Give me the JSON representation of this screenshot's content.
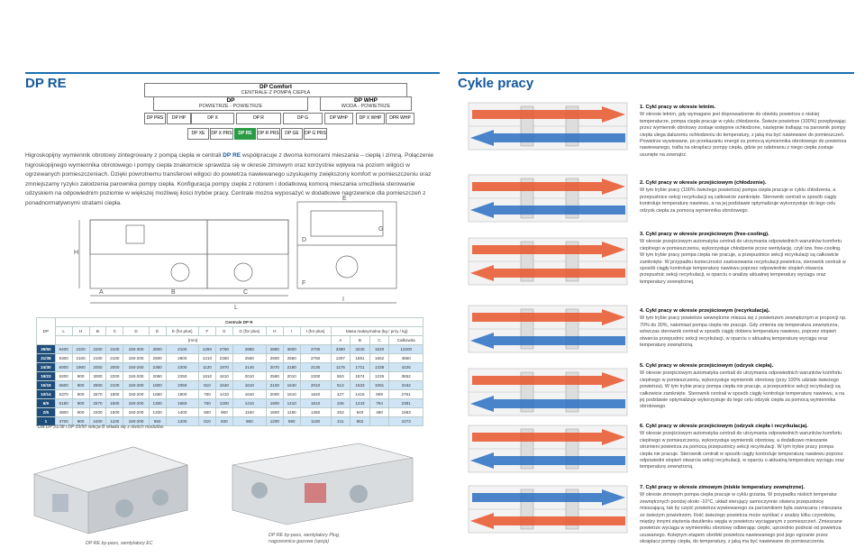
{
  "left": {
    "title": "DP RE",
    "hierarchy": {
      "comfort_title": "DP Comfort",
      "comfort_sub": "CENTRALE Z POMPĄ CIEPŁA",
      "dp_title": "DP",
      "dp_sub": "POWIETRZE - POWIETRZE",
      "whp_title": "DP WHP",
      "whp_sub": "WODA - POWIETRZE",
      "row1": [
        "DP PRS",
        "DP HP",
        "DP X",
        "DP R",
        "DP G",
        "DP WHP",
        "DP X WHP",
        "DPR WHP"
      ],
      "row2": [
        "DP XE",
        "DP X PRS",
        "DP RE",
        "DP R PRS",
        "DP GE",
        "DP G PRS"
      ]
    },
    "intro_prefix": "Higroskopijny wymiennik obrotowy zintegrowany z pompą ciepła w centrali ",
    "intro_bold": "DP RE",
    "intro_rest": " współpracuje z dwoma komorami mieszania – ciepłą i zimną. Połączenie higroskopijnego wymiennika obrotowego i pompy ciepła znakomicie sprawdza się w okresie zimowym oraz korzystnie wpływa na poziom wilgoci w ogrzewanych pomieszczeniach. Dzięki powrotnemu transferowi wilgoci do powietrza nawiewanego uzyskujemy zwiększony komfort w pomieszczeniu oraz zmniejszamy ryzyko zalodzenia parownika pompy ciepła. Konfiguracja pompy ciepła z rotorem i dodatkową komorą mieszania umożliwia sterowanie odzyskiem na odpowiednim poziomie w większej możliwej ilości trybów pracy. Centrale można wyposażyć w dodatkowe nagrzewnice dla pomieszczeń z ponadnormatywnymi stratami ciepła.",
    "drawing_labels": [
      "A",
      "B",
      "C",
      "D",
      "E",
      "F",
      "G",
      "H",
      "I",
      "L"
    ],
    "table": {
      "title": "Centrale DP R",
      "col0": "DP",
      "headers": [
        "L",
        "H",
        "B",
        "C",
        "D",
        "E",
        "E (for plus)",
        "F",
        "G",
        "G (for plus)",
        "H",
        "I",
        "I (for plus)"
      ],
      "mass_header": "Masa maksymalna (kg / przy / kg)",
      "unit": "[mm]",
      "mass_cols": [
        "A",
        "B",
        "C",
        "Całkowita"
      ],
      "rows": [
        {
          "name": "39/50",
          "v": [
            "6400",
            "2100",
            "2200",
            "2100",
            "150-300",
            "3600",
            "2100",
            "1260",
            "2760",
            "2880",
            "2880",
            "3600",
            "2700",
            "3380",
            "3240",
            "1620",
            "12200"
          ]
        },
        {
          "name": "31/38",
          "v": [
            "6300",
            "2100",
            "2100",
            "2100",
            "150-200",
            "2600",
            "2800",
            "1210",
            "2360",
            "2560",
            "2900",
            "2560",
            "2760",
            "1307",
            "1881",
            "1662",
            "4850"
          ]
        },
        {
          "name": "24/30",
          "v": [
            "6000",
            "1900",
            "2000",
            "2000",
            "150-250",
            "2350",
            "2200",
            "1120",
            "1970",
            "2140",
            "2070",
            "2180",
            "2130",
            "1175",
            "1711",
            "1338",
            "4225"
          ]
        },
        {
          "name": "19/23",
          "v": [
            "6200",
            "900",
            "3000",
            "2200",
            "150-200",
            "2050",
            "2250",
            "1810",
            "1810",
            "2010",
            "2580",
            "2010",
            "2200",
            "553",
            "1874",
            "1225",
            "3652"
          ]
        },
        {
          "name": "15/18",
          "v": [
            "5600",
            "900",
            "2800",
            "2100",
            "150-200",
            "1800",
            "2050",
            "810",
            "1640",
            "1810",
            "2100",
            "1640",
            "2010",
            "513",
            "1633",
            "1081",
            "3162"
          ]
        },
        {
          "name": "10/14",
          "v": [
            "5370",
            "900",
            "2670",
            "1800",
            "150-200",
            "1650",
            "1800",
            "760",
            "1410",
            "1640",
            "2000",
            "1610",
            "1840",
            "427",
            "1415",
            "909",
            "2751"
          ]
        },
        {
          "name": "6/9",
          "v": [
            "5190",
            "900",
            "2670",
            "1500",
            "150-200",
            "1300",
            "1660",
            "760",
            "1300",
            "1410",
            "1900",
            "1410",
            "1610",
            "345",
            "1243",
            "794",
            "2381"
          ]
        },
        {
          "name": "2/5",
          "v": [
            "4800",
            "900",
            "2400",
            "1500",
            "150-200",
            "1200",
            "1400",
            "560",
            "960",
            "1160",
            "1600",
            "1160",
            "1360",
            "263",
            "940",
            "480",
            "1683"
          ]
        },
        {
          "name": "1",
          "v": [
            "3700",
            "900",
            "2400",
            "1100",
            "150-200",
            "950",
            "1200",
            "510",
            "830",
            "960",
            "1200",
            "960",
            "1160",
            "211",
            "862",
            "",
            "1073"
          ]
        }
      ],
      "note": "*Dla DP 31/38 i DP 39/50 sekcja B składa się z dwóch modułów."
    },
    "caption1": "DP RE by-pass, wentylatory EC",
    "caption2a": "DP RE by-pass, wentylatory Plug,",
    "caption2b": "nagrzewnica gazowa (opcja)"
  },
  "right": {
    "title": "Cykle pracy",
    "modes": [
      {
        "t": "1. Cykl pracy w okresie letnim.",
        "d": "W okresie letnim, gdy wymagane jest doprowadzenie do obiektu powietrza o niskiej temperaturze, pompa ciepła pracuje w cyklu chłodzenia. Świeże powietrze (100%) przepływając przez wymiennik obrotowy zostaje wstępnie ochłodzone, następnie trafiając na parownik pompy ciepła ulega dalszemu ochłodzeniu do temperatury, z jaką ma być nawiewane do pomieszczeń. Powietrze wywiewane, po przekazaniu energii za pomocą wymiennika obrotowego do powietrza nawiewanego, trafia na skraplacz pompy ciepła, gdzie po odebraniu z niego ciepła zostaje usunięte na zewnątrz."
      },
      {
        "t": "2. Cykl pracy w okresie przejściowym (chłodzenie).",
        "d": "W tym trybie pracy (100% świeżego powietrza) pompa ciepła pracuje w cyklu chłodzenia, a przepustnice sekcji recyrkulacji są całkowicie zamknięte. Sterownik centrali w sposób ciągły kontroluje temperaturę nawiewu, a na jej podstawie optymalizuje wykorzystuje do tego celu odzysk ciepła za pomocą wymiennika obrotowego."
      },
      {
        "t": "3. Cykl pracy w okresie przejściowym (free-cooling).",
        "d": "W okresie przejściowym automatyka centrali do utrzymania odpowiednich warunków komfortu cieplnego w pomieszczeniu, wykorzystuje chłodzenie przez wentylację, czyli tzw. free-cooling. W tym trybie pracy pompa ciepła nie pracuje, a przepustnice sekcji recyrkulacji są całkowicie zamknięte. W przypadku konieczności zastosowania recyrkulacji powietrza, sterownik centrali w sposób ciągły kontroluje temperaturę nawiewu poprzez odpowiednie stopień otwarcia przepustnic sekcji recyrkulacji, w oparciu o analizę aktualnej temperatury wyciągu oraz temperatury zewnętrznej."
      },
      {
        "t": "4. Cykl pracy w okresie przejściowym (recyrkulacja).",
        "d": "W tym trybie pracy powietrze wewnętrzne miesza się z powietrzem zewnętrznym w proporcji np. 70% do 30%, natomiast pompa ciepła nie pracuje. Gdy zmienia się temperatura zewnętrzna, wówczas sterownik centrali w sposób ciągły dobiera temperaturę nawiewu, poprzez stopień otwarcia przepustnic sekcji recyrkulacji, w oparciu o aktualną temperaturę wyciągu oraz temperaturę zewnętrzną."
      },
      {
        "t": "5. Cykl pracy w okresie przejściowym (odzysk ciepła).",
        "d": "W okresie przejściowym automatyka centrali do utrzymania odpowiednich warunków komfortu cieplnego w pomieszczeniu, wykorzystuje wymiennik obrotowy (przy 100% udziale świeżego powietrza). W tym trybie pracy pompa ciepła nie pracuje, a przepustnice sekcji recyrkulacji są całkowicie zamknięte. Sterownik centrali w sposób ciągły kontroluje temperaturę nawiewu, a na jej podstawie optymalizuje wykorzystuje do tego celu odzysk ciepła za pomocą wymiennika obrotowego."
      },
      {
        "t": "6. Cykl pracy w okresie przejściowym (odzysk ciepła i recyrkulacja).",
        "d": "W okresie przejściowym automatyka centrali do utrzymania odpowiednich warunków komfortu cieplnego w pomieszczeniu, wykorzystuje wymiennik obrotowy, a dodatkowo mieszanie strumieni powietrza za pomocą przepustnicy sekcji recyrkulacji. W tym trybie pracy pompa ciepła nie pracuje. Sterownik centrali w sposób ciągły kontroluje temperaturę nawiewu poprzez odpowiedni stopień otwarcia sekcji recyrkulacji, w oparciu o aktualną temperaturę wyciągu oraz temperaturę zewnętrzną."
      },
      {
        "t": "7. Cykl pracy w okresie zimowym (niskie temperatury zewnętrzne).",
        "d": "W okresie zimowym pompa ciepła pracuje w cyklu grzania. W przypadku niskich temperatur zewnętrznych poniżej około -10°C, układ sterujący samoczynnie otwiera przepustnicę mieszającą, tak by część powietrza wywiewanego za parownikiem była zawracana i mieszana ze świeżym powietrzem. Ilość świeżego powietrza może wynikać z analizy kilku czynników, między innymi stężenia dwutlenku węgla w powietrzu wyciąganym z pomieszczeń. Zmieszane powietrze wyciąga w wymienniku obrotowy odbierając ciepło, uprzednio podnosi od powietrza usuwanego. Kolejnym etapem obróbki powietrza nawiewanego jest jego ogrzanie przez skraplacz pompy ciepła, do temperatury, z jaką ma być nawiewane do pomieszczenia."
      }
    ]
  },
  "colors": {
    "accent": "#14599b",
    "highlight": "#2a9c46",
    "hot": "#e8552b",
    "cold": "#2a6fc2",
    "table_row": "#cfe4f4"
  }
}
